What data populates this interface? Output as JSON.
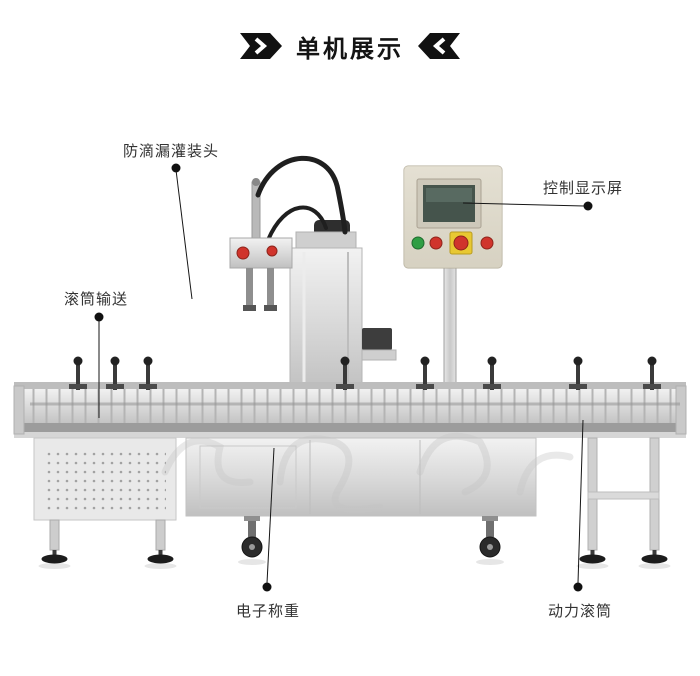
{
  "header": {
    "title": "单机展示"
  },
  "annotations": {
    "filling_head": {
      "label": "防滴漏灌装头"
    },
    "control_screen": {
      "label": "控制显示屏"
    },
    "roller_conveyor": {
      "label": "滚筒输送"
    },
    "electronic_weighing": {
      "label": "电子称重"
    },
    "power_roller": {
      "label": "动力滚筒"
    }
  },
  "colors": {
    "accent_red": "#d0342c",
    "accent_green": "#2f9e44",
    "estop_yellow": "#e8c832",
    "panel_beige": "#ddd8c9",
    "label_text": "#333333"
  }
}
